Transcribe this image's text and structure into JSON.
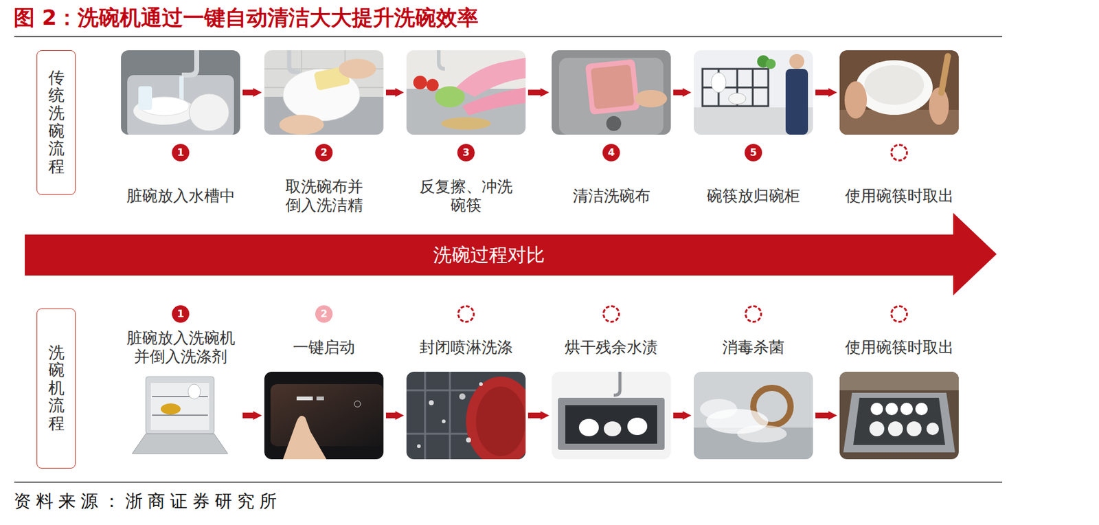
{
  "diagram": {
    "title": "图 2：洗碗机通过一键自动清洁大大提升洗碗效率",
    "caption": "资料来源：浙商证券研究所",
    "nodes": [
      {
        "text": [
          "传统洗碗流程"
        ]
      },
      {
        "text": [
          "1",
          "脏碗放入水槽中"
        ]
      },
      {
        "text": [
          "2",
          "取洗碗布并 倒入洗洁精"
        ]
      },
      {
        "text": [
          "3",
          "反复擦、冲洗 碗筷"
        ]
      },
      {
        "text": [
          "4",
          "清洁洗碗布"
        ]
      },
      {
        "text": [
          "5",
          "碗筷放归碗柜"
        ]
      },
      {
        "text": [
          "使用碗筷时取出"
        ]
      },
      {
        "text": [
          "洗碗过程对比"
        ]
      },
      {
        "text": [
          "洗碗机流程"
        ]
      },
      {
        "text": [
          "1",
          "脏碗放入洗碗机 并倒入洗涤剂"
        ]
      },
      {
        "text": [
          "2",
          "一键启动"
        ]
      },
      {
        "text": [
          "封闭喷淋洗涤"
        ]
      },
      {
        "text": [
          "烘干残余水渍"
        ]
      },
      {
        "text": [
          "消毒杀菌"
        ]
      },
      {
        "text": [
          "使用碗筷时取出"
        ]
      }
    ],
    "edges": [
      {
        "from": 1,
        "to": 2,
        "arrow": "to"
      },
      {
        "from": 2,
        "to": 3,
        "arrow": "to"
      },
      {
        "from": 3,
        "to": 4,
        "arrow": "to"
      },
      {
        "from": 4,
        "to": 5,
        "arrow": "to"
      },
      {
        "from": 5,
        "to": 6,
        "arrow": "to"
      },
      {
        "from": 9,
        "to": 10,
        "arrow": "to"
      },
      {
        "from": 10,
        "to": 11,
        "arrow": "to"
      },
      {
        "from": 11,
        "to": 12,
        "arrow": "to"
      },
      {
        "from": 12,
        "to": 13,
        "arrow": "to"
      },
      {
        "from": 13,
        "to": 14,
        "arrow": "to"
      }
    ]
  }
}
